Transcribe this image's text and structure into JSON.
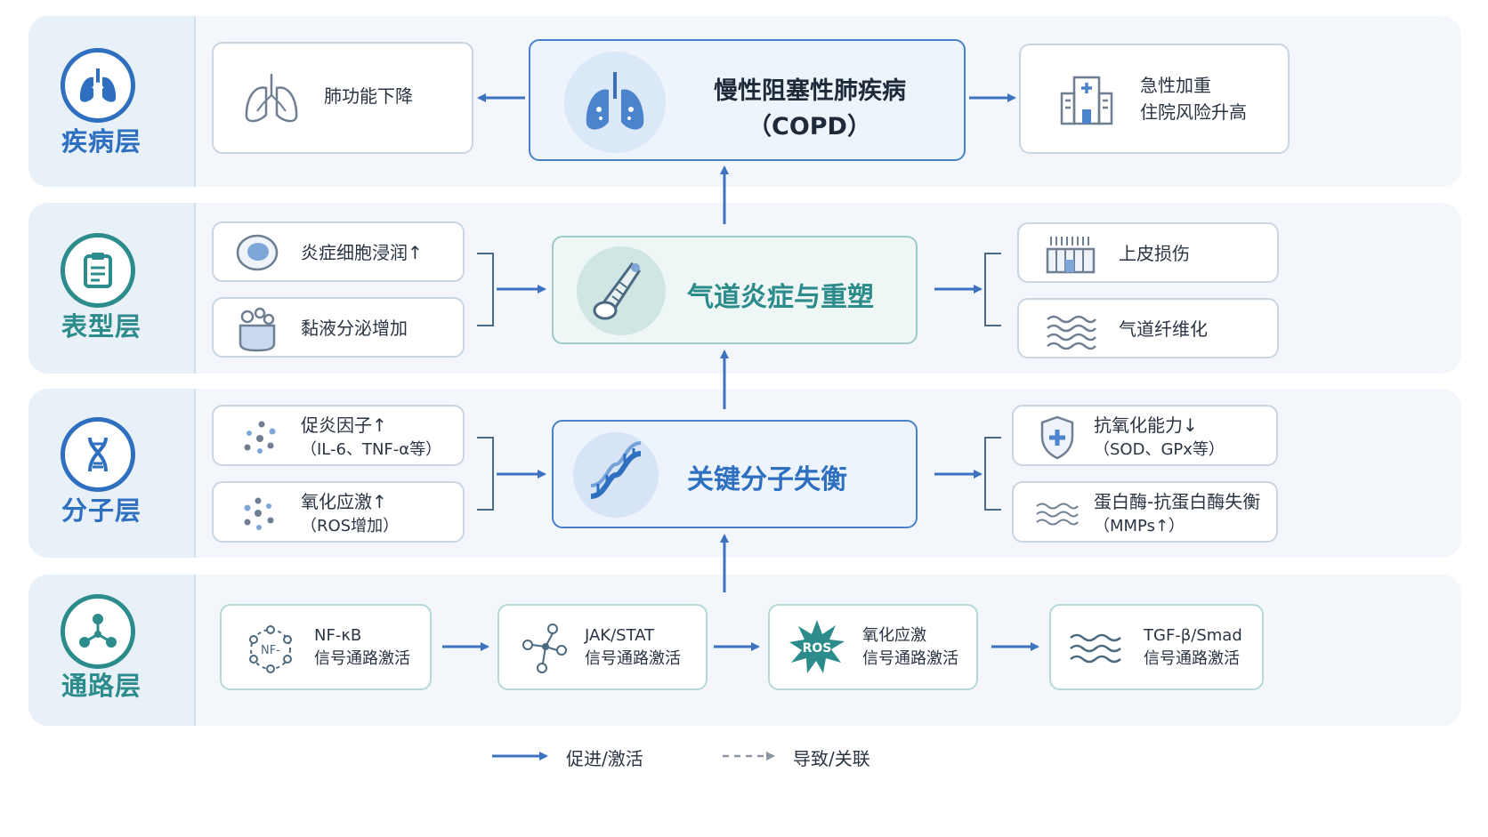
{
  "layers": {
    "disease": {
      "title": "疾病层",
      "left_box": "肺功能下降",
      "center_title_line1": "慢性阻塞性肺疾病",
      "center_title_line2": "（COPD）",
      "right_box_line1": "急性加重",
      "right_box_line2": "住院风险升高"
    },
    "phenotype": {
      "title": "表型层",
      "left_box_1": "炎症细胞浸润↑",
      "left_box_2": "黏液分泌增加",
      "center_title": "气道炎症与重塑",
      "right_box_1": "上皮损伤",
      "right_box_2": "气道纤维化"
    },
    "molecular": {
      "title": "分子层",
      "left_box_1_line1": "促炎因子↑",
      "left_box_1_line2": "（IL-6、TNF-α等）",
      "left_box_2_line1": "氧化应激↑",
      "left_box_2_line2": "（ROS增加）",
      "center_title": "关键分子失衡",
      "right_box_1_line1": "抗氧化能力↓",
      "right_box_1_line2": "（SOD、GPx等）",
      "right_box_2_line1": "蛋白酶-抗蛋白酶失衡",
      "right_box_2_line2": "（MMPs↑）"
    },
    "pathway": {
      "title": "通路层",
      "nodes": [
        {
          "line1": "NF-κB",
          "line2": "信号通路激活",
          "icon_text": "NF-"
        },
        {
          "line1": "JAK/STAT",
          "line2": "信号通路激活"
        },
        {
          "line1": "氧化应激",
          "line2": "信号通路激活",
          "icon_text": "ROS"
        },
        {
          "line1": "TGF-β/Smad",
          "line2": "信号通路激活"
        }
      ]
    }
  },
  "legend": {
    "solid_label": "促进/激活",
    "dashed_label": "导致/关联"
  },
  "colors": {
    "blue": "#2f6fbf",
    "teal": "#2c8b8b",
    "arrow": "#3d72c0",
    "dashed_arrow": "#8a94a3"
  },
  "icons": {
    "disease_layer": "lungs-icon",
    "phenotype_layer": "clipboard-icon",
    "molecular_layer": "dna-icon",
    "pathway_layer": "network-icon",
    "lung_function": "lungs-outline-icon",
    "copd": "lungs-icon",
    "hospital": "hospital-icon",
    "inflammatory_cell": "cell-icon",
    "mucus": "mucus-icon",
    "airway": "airway-icon",
    "epithelium": "epithelium-icon",
    "fibrosis": "wave-lines-icon",
    "cytokines": "dots-icon",
    "ros": "dots-icon",
    "dna": "dna-helix-icon",
    "antioxidant": "shield-icon",
    "protease": "wave-lines-icon",
    "nfkb": "ring-network-icon",
    "jakstat": "molecule-icon",
    "ros_pathway": "burst-icon",
    "tgf": "wave-lines-icon"
  }
}
